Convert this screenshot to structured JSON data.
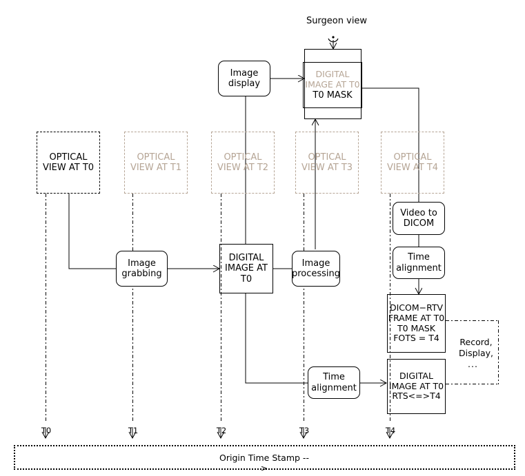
{
  "title_caption": "Surgeon view",
  "colors": {
    "ink": "#000000",
    "faded": "#b5a494"
  },
  "optical_views": [
    {
      "id": "t0",
      "label": "OPTICAL\nVIEW AT T0",
      "state": "active"
    },
    {
      "id": "t1",
      "label": "OPTICAL\nVIEW AT T1",
      "state": "faded"
    },
    {
      "id": "t2",
      "label": "OPTICAL\nVIEW AT T2",
      "state": "faded"
    },
    {
      "id": "t3",
      "label": "OPTICAL\nVIEW AT T3",
      "state": "faded"
    },
    {
      "id": "t4",
      "label": "OPTICAL\nVIEW AT T4",
      "state": "faded"
    }
  ],
  "nodes": {
    "image_display": "Image\ndisplay",
    "mask_faded": "DIGITAL\nIMAGE AT T0",
    "mask_active": "T0 MASK",
    "image_grabbing": "Image\ngrabbing",
    "digital_image_t0": "DIGITAL\nIMAGE AT T0",
    "image_processing": "Image\nprocessing",
    "video_to_dicom": "Video to\nDICOM",
    "time_alignment_right": "Time\nalignment",
    "dicom_rtv": "DICOM−RTV\nFRAME AT T0\nT0 MASK\nFOTS = T4",
    "time_alignment_bottom": "Time\nalignment",
    "digital_image_rts": "DIGITAL\nIMAGE AT T0\nRTS<=>T4"
  },
  "record_display": {
    "line1": "Record,",
    "line2": "Display,",
    "line3": "..."
  },
  "timeline": {
    "label": "Origin Time Stamp -->",
    "ticks": [
      "T0",
      "T1",
      "T2",
      "T3",
      "T4"
    ]
  }
}
